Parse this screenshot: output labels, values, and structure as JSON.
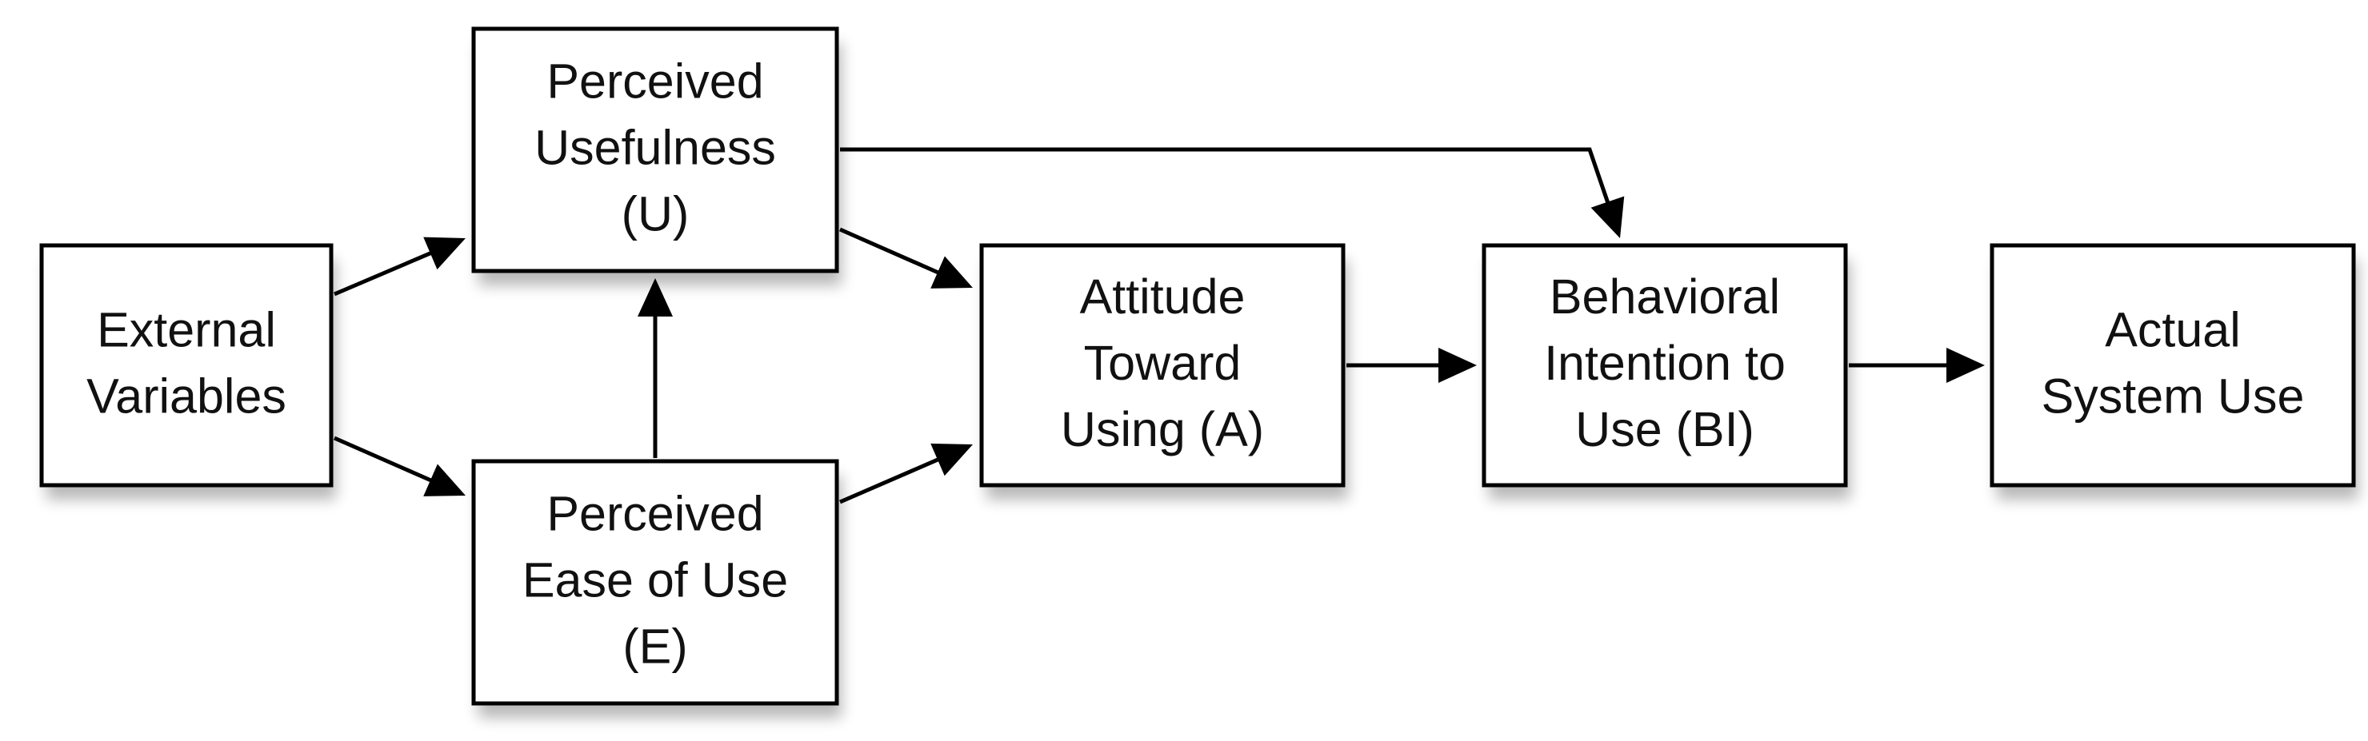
{
  "nodes": [
    {
      "id": "external-variables",
      "lines": [
        "External",
        "Variables"
      ]
    },
    {
      "id": "perceived-usefulness",
      "lines": [
        "Perceived",
        "Usefulness",
        "(U)"
      ]
    },
    {
      "id": "perceived-ease-of-use",
      "lines": [
        "Perceived",
        "Ease of Use",
        "(E)"
      ]
    },
    {
      "id": "attitude-toward-using",
      "lines": [
        "Attitude",
        "Toward",
        "Using (A)"
      ]
    },
    {
      "id": "behavioral-intention",
      "lines": [
        "Behavioral",
        "Intention to",
        "Use (BI)"
      ]
    },
    {
      "id": "actual-system-use",
      "lines": [
        "Actual",
        "System Use"
      ]
    }
  ],
  "edges": [
    {
      "from": "external-variables",
      "to": "perceived-usefulness"
    },
    {
      "from": "external-variables",
      "to": "perceived-ease-of-use"
    },
    {
      "from": "perceived-ease-of-use",
      "to": "perceived-usefulness"
    },
    {
      "from": "perceived-usefulness",
      "to": "attitude-toward-using"
    },
    {
      "from": "perceived-ease-of-use",
      "to": "attitude-toward-using"
    },
    {
      "from": "perceived-usefulness",
      "to": "behavioral-intention"
    },
    {
      "from": "attitude-toward-using",
      "to": "behavioral-intention"
    },
    {
      "from": "behavioral-intention",
      "to": "actual-system-use"
    }
  ]
}
